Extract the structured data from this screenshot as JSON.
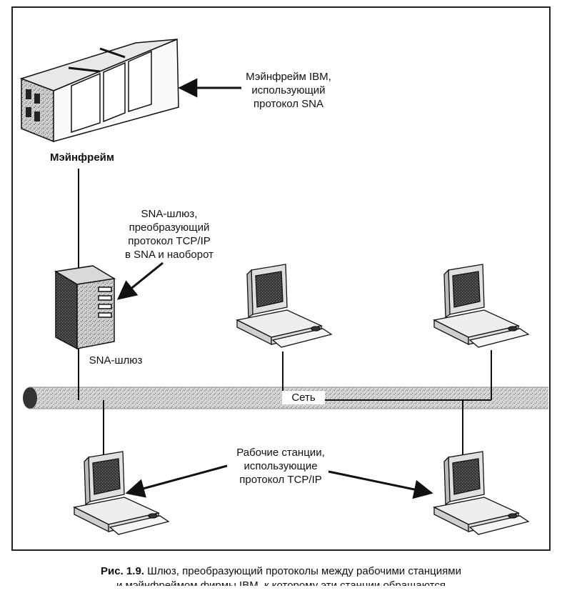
{
  "labels": {
    "mainframe_callout": [
      "Мэйнфрейм IBM,",
      "использующий",
      "протокол SNA"
    ],
    "mainframe": "Мэйнфрейм",
    "gateway_callout": [
      "SNA-шлюз,",
      "преобразующий",
      "протокол TCP/IP",
      "в SNA и наоборот"
    ],
    "gateway": "SNA-шлюз",
    "network": "Сеть",
    "workstations_callout": [
      "Рабочие станции,",
      "использующие",
      "протокол TCP/IP"
    ]
  },
  "caption": {
    "number": "Рис. 1.9.",
    "line1": "Шлюз, преобразующий протоколы между рабочими станциями",
    "line2": "и мэйнфреймом фирмы IBM, к которому эти станции обращаются"
  },
  "icons": [
    "mainframe-icon",
    "server-icon",
    "workstation-icon",
    "network-cable-icon",
    "arrow-icon"
  ]
}
